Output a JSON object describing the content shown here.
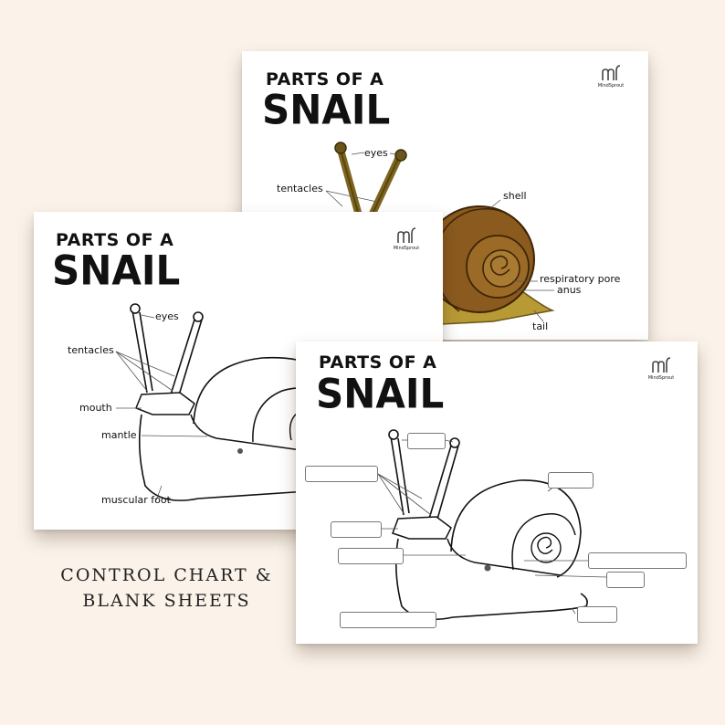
{
  "sheets": {
    "color": {
      "title_top": "PARTS OF A",
      "title_main": "SNAIL",
      "brand": "MindSprout",
      "labels": {
        "eyes": "eyes",
        "tentacles": "tentacles",
        "shell": "shell",
        "respiratory_pore": "respiratory pore",
        "anus": "anus",
        "tail": "tail"
      },
      "colors": {
        "shell": "#8a5a1e",
        "shell_dark": "#5e3a10",
        "body": "#b89a35",
        "tentacle": "#7d6520"
      }
    },
    "control": {
      "title_top": "PARTS OF A",
      "title_main": "SNAIL",
      "brand": "MindSprout",
      "labels": {
        "eyes": "eyes",
        "tentacles": "tentacles",
        "mouth": "mouth",
        "mantle": "mantle",
        "muscular_foot": "muscular foot"
      }
    },
    "blank": {
      "title_top": "PARTS OF A",
      "title_main": "SNAIL",
      "brand": "MindSprout"
    }
  },
  "caption": {
    "line1": "CONTROL CHART &",
    "line2": "BLANK SHEETS"
  }
}
